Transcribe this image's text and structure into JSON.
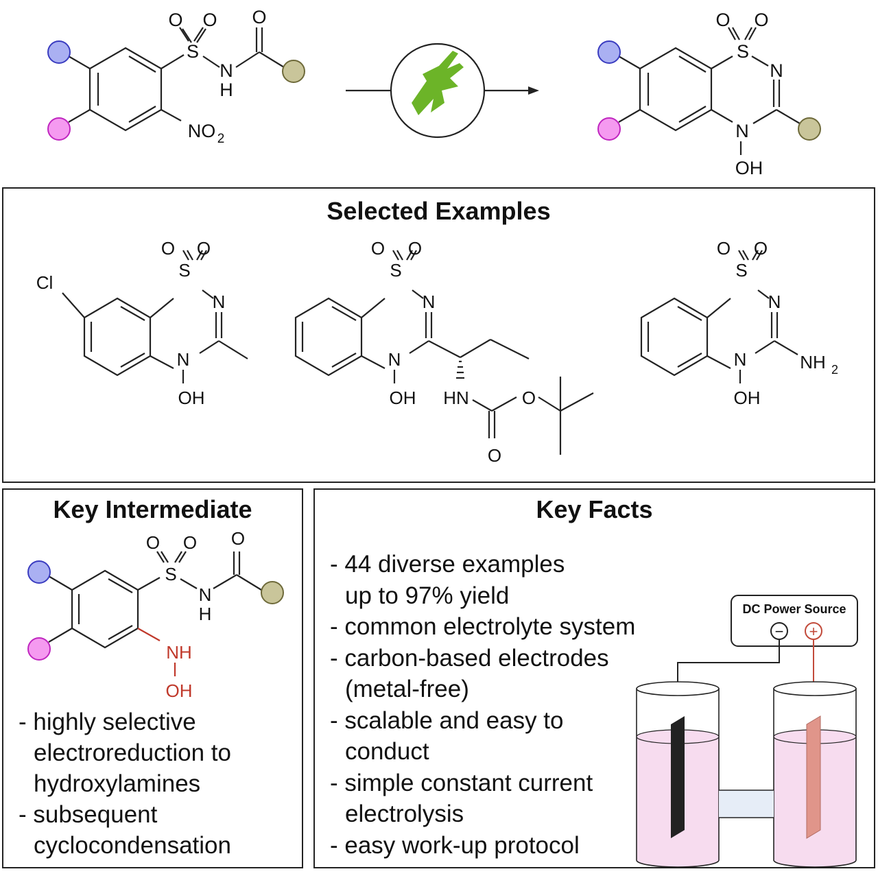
{
  "scheme": {
    "reactant": {
      "labels": {
        "sulfur": "S",
        "oxygen1": "O",
        "oxygen2": "O",
        "carbonyl_o": "O",
        "nh_n": "N",
        "nh_h": "H",
        "nitro": "NO",
        "nitro_sub": "2"
      }
    },
    "product": {
      "labels": {
        "sulfur": "S",
        "oxygen1": "O",
        "oxygen2": "O",
        "ring_n1": "N",
        "ring_n2": "N",
        "hydroxyl": "OH"
      }
    },
    "icon": "electricity-plug-icon",
    "substituent_colors": {
      "blue": "#aab0f2",
      "magenta": "#f59af0",
      "olive": "#c9c59a"
    }
  },
  "selected_examples": {
    "title": "Selected Examples",
    "compound1": {
      "cl": "Cl",
      "s": "S",
      "o1": "O",
      "o2": "O",
      "n1": "N",
      "n2": "N",
      "oh": "OH"
    },
    "compound2": {
      "s": "S",
      "o1": "O",
      "o2": "O",
      "n1": "N",
      "n2": "N",
      "oh": "OH",
      "hn": "HN",
      "o_ester": "O",
      "o_carbonyl": "O"
    },
    "compound3": {
      "s": "S",
      "o1": "O",
      "o2": "O",
      "n1": "N",
      "n2": "N",
      "oh": "OH",
      "nh2": "NH",
      "nh2_sub": "2"
    }
  },
  "key_intermediate": {
    "title": "Key Intermediate",
    "labels": {
      "s": "S",
      "o1": "O",
      "o2": "O",
      "carbonyl_o": "O",
      "n": "N",
      "h": "H",
      "nh": "NH",
      "oh": "OH"
    },
    "bullets": [
      {
        "first": "- highly selective",
        "rest": [
          "electroreduction to",
          "hydroxylamines"
        ]
      },
      {
        "first": "- subsequent",
        "rest": [
          "cyclocondensation"
        ]
      }
    ]
  },
  "key_facts": {
    "title": "Key Facts",
    "bullets": [
      {
        "first": "- 44 diverse examples",
        "rest": [
          "up to 97% yield"
        ]
      },
      {
        "first": "- common electrolyte system",
        "rest": []
      },
      {
        "first": "- carbon-based electrodes",
        "rest": [
          "(metal-free)"
        ]
      },
      {
        "first": "- scalable and easy to",
        "rest": [
          "conduct"
        ]
      },
      {
        "first": "- simple constant current",
        "rest": [
          "electrolysis"
        ]
      },
      {
        "first": "- easy work-up protocol",
        "rest": []
      }
    ],
    "power_source": {
      "label": "DC Power Source",
      "minus": "−",
      "plus": "+"
    },
    "colors": {
      "electrolyte": "#f7dcef",
      "cathode": "#222222",
      "anode": "#e0958a",
      "bridge": "#e6edf7",
      "positive_wire": "#c24a3a"
    }
  }
}
